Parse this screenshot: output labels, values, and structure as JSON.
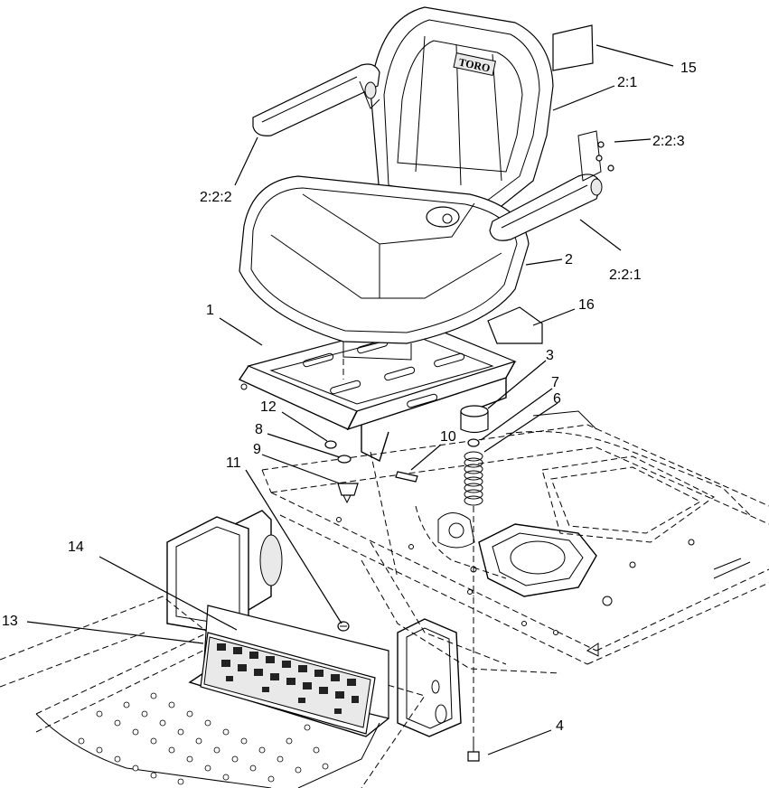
{
  "diagram": {
    "brand_text": "TORO",
    "callouts": [
      {
        "id": "c15",
        "text": "15"
      },
      {
        "id": "c2_1",
        "text": "2:1"
      },
      {
        "id": "c2_2_3",
        "text": "2:2:3"
      },
      {
        "id": "c2_2_2",
        "text": "2:2:2"
      },
      {
        "id": "c2",
        "text": "2"
      },
      {
        "id": "c2_2_1",
        "text": "2:2:1"
      },
      {
        "id": "c1",
        "text": "1"
      },
      {
        "id": "c16",
        "text": "16"
      },
      {
        "id": "c3",
        "text": "3"
      },
      {
        "id": "c7",
        "text": "7"
      },
      {
        "id": "c6",
        "text": "6"
      },
      {
        "id": "c12",
        "text": "12"
      },
      {
        "id": "c8",
        "text": "8"
      },
      {
        "id": "c10",
        "text": "10"
      },
      {
        "id": "c9",
        "text": "9"
      },
      {
        "id": "c11",
        "text": "11"
      },
      {
        "id": "c14",
        "text": "14"
      },
      {
        "id": "c13",
        "text": "13"
      },
      {
        "id": "c4",
        "text": "4"
      }
    ]
  }
}
